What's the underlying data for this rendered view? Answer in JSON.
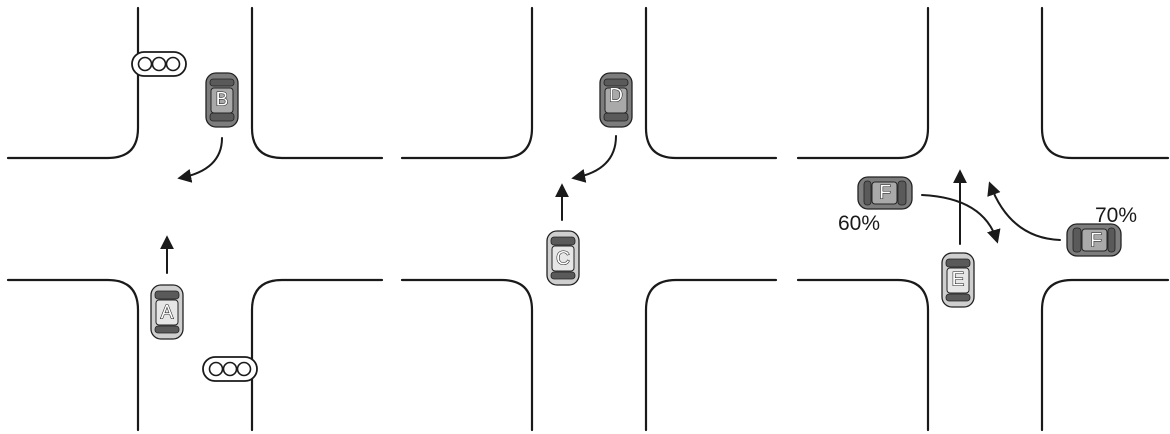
{
  "panels": [
    {
      "id": "left",
      "cars": [
        {
          "letter": "A",
          "shade": "light",
          "heading": "north"
        },
        {
          "letter": "B",
          "shade": "dark",
          "heading": "south"
        }
      ],
      "traffic_lights": 2
    },
    {
      "id": "middle",
      "cars": [
        {
          "letter": "C",
          "shade": "light",
          "heading": "north"
        },
        {
          "letter": "D",
          "shade": "dark",
          "heading": "south"
        }
      ]
    },
    {
      "id": "right",
      "cars": [
        {
          "letter": "F",
          "shade": "dark",
          "heading": "east"
        },
        {
          "letter": "F",
          "shade": "dark",
          "heading": "west"
        },
        {
          "letter": "E",
          "shade": "light",
          "heading": "north"
        }
      ],
      "probabilities": [
        "60%",
        "70%"
      ]
    }
  ],
  "colors": {
    "line": "#1a1a1a",
    "car_light": "#cfcfcf",
    "car_dark": "#7d7d7d",
    "background": "#ffffff"
  }
}
